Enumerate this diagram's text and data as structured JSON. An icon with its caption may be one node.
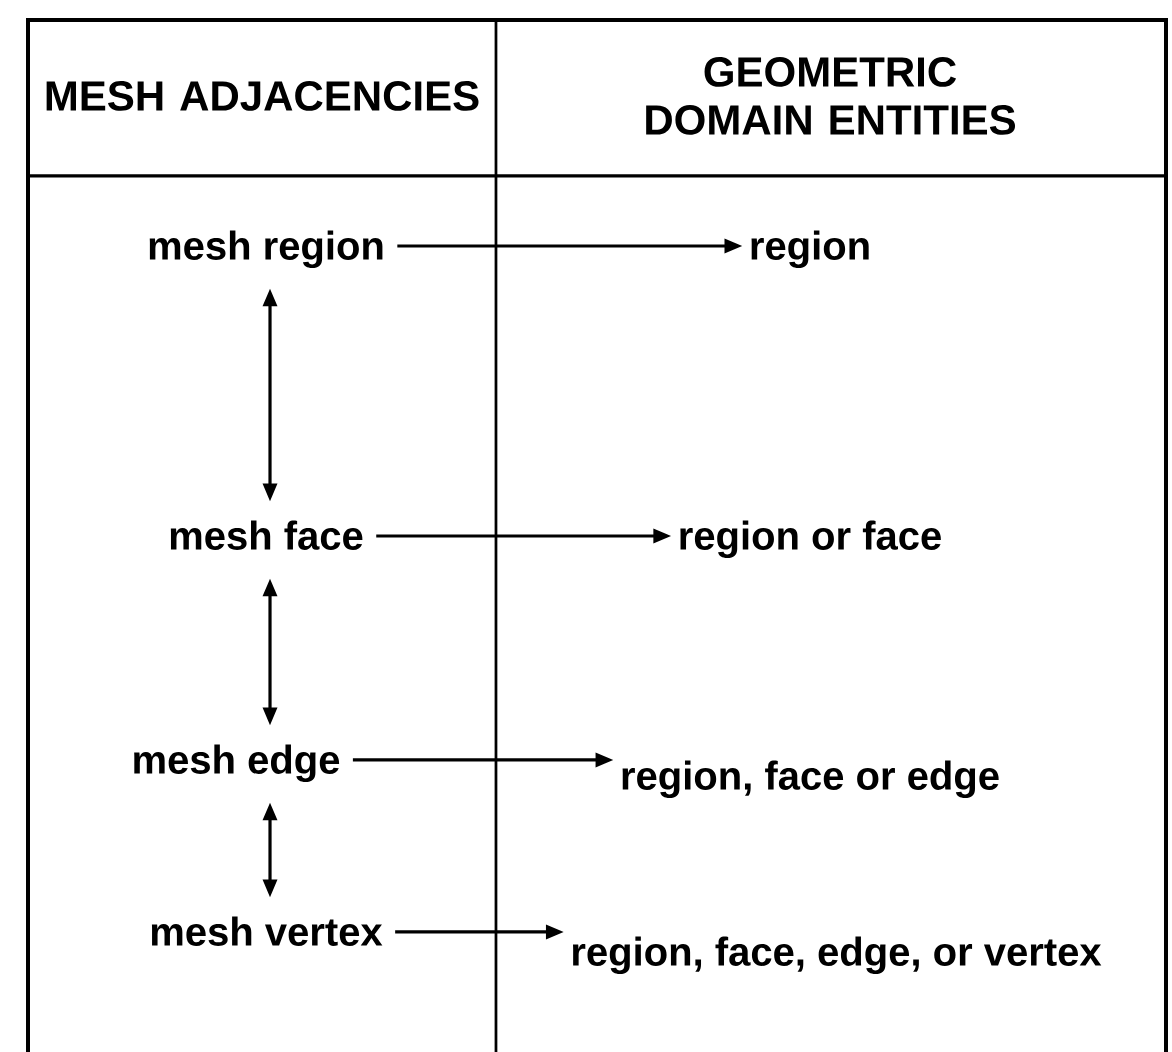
{
  "diagram": {
    "nodes": [
      {
        "text": [
          "mesh region"
        ]
      },
      {
        "text": [
          "region"
        ]
      },
      {
        "text": [
          "mesh face"
        ]
      },
      {
        "text": [
          "region or face"
        ]
      },
      {
        "text": [
          "mesh edge"
        ]
      },
      {
        "text": [
          "region, face or edge"
        ]
      },
      {
        "text": [
          "mesh vertex"
        ]
      },
      {
        "text": [
          "region, face, edge, or vertex"
        ]
      }
    ],
    "edges": [
      {
        "from": 0,
        "to": 1,
        "arrow": "to"
      },
      {
        "from": 2,
        "to": 3,
        "arrow": "to"
      },
      {
        "from": 4,
        "to": 5,
        "arrow": "to"
      },
      {
        "from": 6,
        "to": 7,
        "arrow": "to"
      },
      {
        "from": 0,
        "to": 2,
        "arrow": "both"
      },
      {
        "from": 2,
        "to": 4,
        "arrow": "both"
      },
      {
        "from": 4,
        "to": 6,
        "arrow": "both"
      }
    ],
    "labels": [
      "MESH ADJACENCIES",
      "GEOMETRIC DOMAIN ENTITIES"
    ]
  }
}
